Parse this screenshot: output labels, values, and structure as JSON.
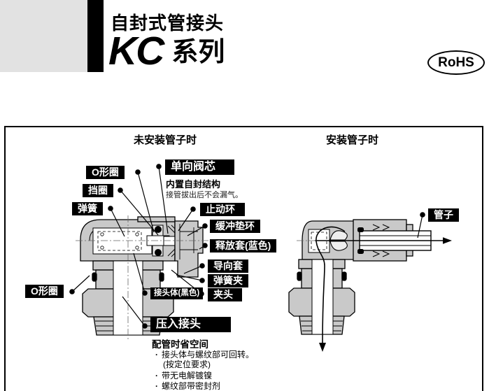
{
  "header": {
    "subtitle": "自封式管接头",
    "series": "KC",
    "series_label": "系列",
    "rohs_badge": "RoHS"
  },
  "panel": {
    "left_heading": "未安装管子时",
    "right_heading": "安装管子时",
    "labels": {
      "oring_top": "O形圈",
      "retaining_ring": "挡圈",
      "spring": "弹簧",
      "check_valve": "单向阀芯",
      "seal_title": "内置自封结构",
      "seal_desc": "接管拔出后不会漏气。",
      "stop_ring": "止动环",
      "buffer_ring": "缓冲垫环",
      "release_sleeve": "释放套(蓝色)",
      "guide_sleeve": "导向套",
      "spring_clip": "弹簧夹",
      "chuck": "夹头",
      "body": "接头体(黑色)",
      "oring_bottom": "O形圈",
      "push_in_fitting": "压入接头",
      "tube": "管子"
    },
    "notes": {
      "title": "配管时省空间",
      "items": [
        {
          "bullet": true,
          "text": "接头体与螺纹部可回转。"
        },
        {
          "bullet": false,
          "text": "(按定位要求)"
        },
        {
          "bullet": true,
          "text": "带无电解镀镍"
        },
        {
          "bullet": true,
          "text": "螺纹部带密封剂"
        }
      ]
    }
  },
  "colors": {
    "label_bg": "#000000",
    "label_text": "#ffffff",
    "fitting_body_fill": "#c9c9c9",
    "header_block_gray": "#e2e2e2",
    "line_black": "#000000"
  }
}
